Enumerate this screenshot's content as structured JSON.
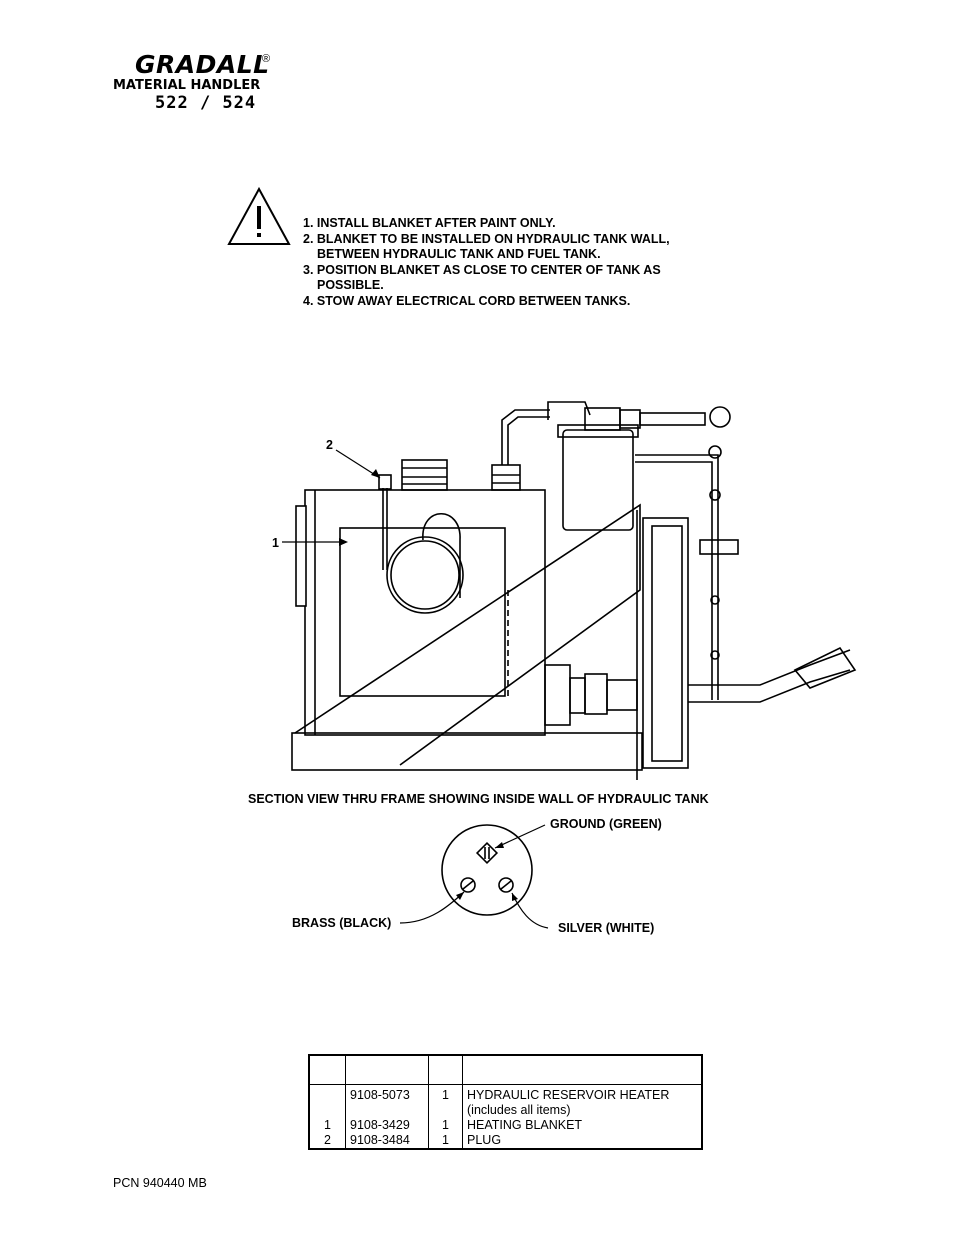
{
  "header": {
    "brand": "GRADALL",
    "registered": "®",
    "subtitle": "MATERIAL HANDLER",
    "model": "522 / 524"
  },
  "warning": {
    "icon": "warning-triangle-icon",
    "notes": [
      "1. INSTALL BLANKET AFTER PAINT ONLY.",
      "2. BLANKET TO BE INSTALLED ON HYDRAULIC TANK WALL,",
      "BETWEEN HYDRAULIC TANK AND FUEL TANK.",
      "3. POSITION BLANKET AS CLOSE TO CENTER OF TANK AS",
      "POSSIBLE.",
      "4. STOW AWAY ELECTRICAL CORD BETWEEN TANKS."
    ]
  },
  "diagram": {
    "callout_1": "1",
    "callout_2": "2",
    "section_label": "SECTION VIEW THRU FRAME SHOWING INSIDE WALL OF HYDRAULIC TANK"
  },
  "plug": {
    "ground": "GROUND (GREEN)",
    "brass": "BRASS (BLACK)",
    "silver": "SILVER (WHITE)"
  },
  "parts_table": {
    "headers": [
      "",
      "",
      "",
      ""
    ],
    "rows": [
      {
        "item": "",
        "part": "9108-5073",
        "qty": "1",
        "desc": "HYDRAULIC RESERVOIR HEATER",
        "desc2": "(includes all items)"
      },
      {
        "item": "1",
        "part": "9108-3429",
        "qty": "1",
        "desc": "HEATING BLANKET",
        "desc2": ""
      },
      {
        "item": "2",
        "part": "9108-3484",
        "qty": "1",
        "desc": "PLUG",
        "desc2": ""
      }
    ]
  },
  "footer": {
    "pcn": "PCN 940440 MB"
  }
}
